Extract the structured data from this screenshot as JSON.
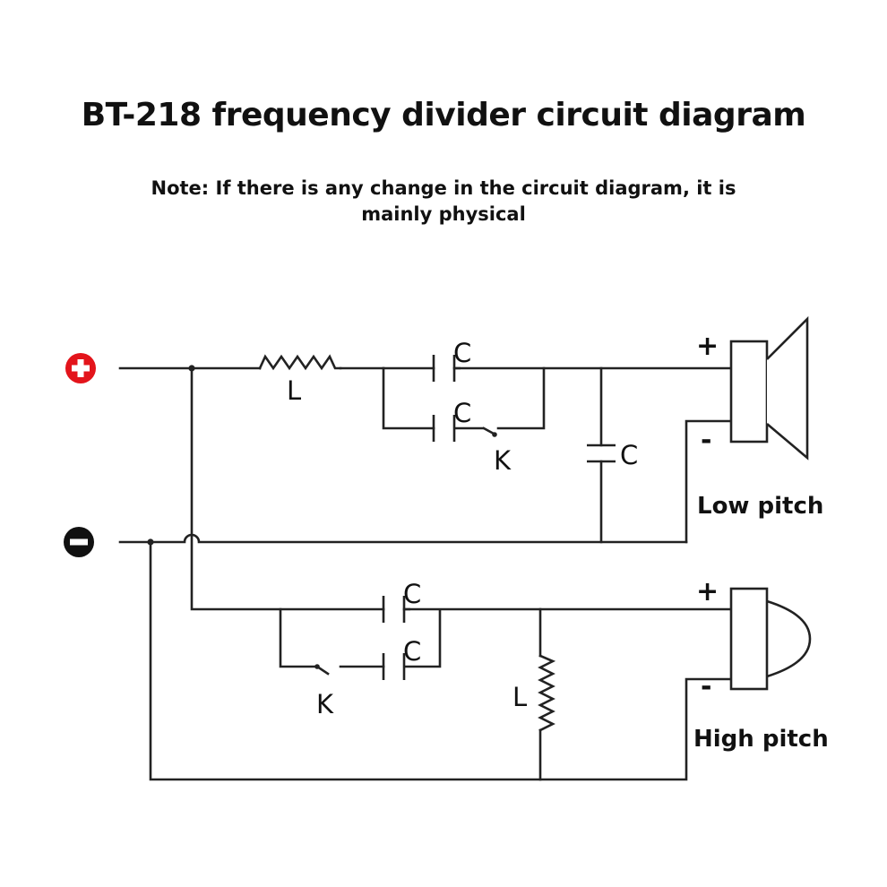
{
  "title": "BT-218 frequency divider circuit diagram",
  "note": {
    "line1": "Note: If there is any change in the circuit diagram, it is",
    "line2": "mainly physical"
  },
  "colors": {
    "positive_terminal": "#e3141b",
    "negative_terminal": "#111111",
    "wire": "#222222"
  },
  "terminals": {
    "positive_icon": "plus-circle-icon",
    "negative_icon": "minus-circle-icon"
  },
  "components": {
    "lp_inductor": "L",
    "lp_cap_top": "C",
    "lp_cap_bottom": "C",
    "lp_switch": "K",
    "lp_shunt_cap": "C",
    "hp_cap_top": "C",
    "hp_cap_bottom": "C",
    "hp_switch": "K",
    "hp_inductor": "L"
  },
  "speakers": {
    "low": {
      "label": "Low pitch",
      "plus": "+",
      "minus": "-",
      "icon": "woofer-speaker-icon"
    },
    "high": {
      "label": "High pitch",
      "plus": "+",
      "minus": "-",
      "icon": "tweeter-speaker-icon"
    }
  }
}
